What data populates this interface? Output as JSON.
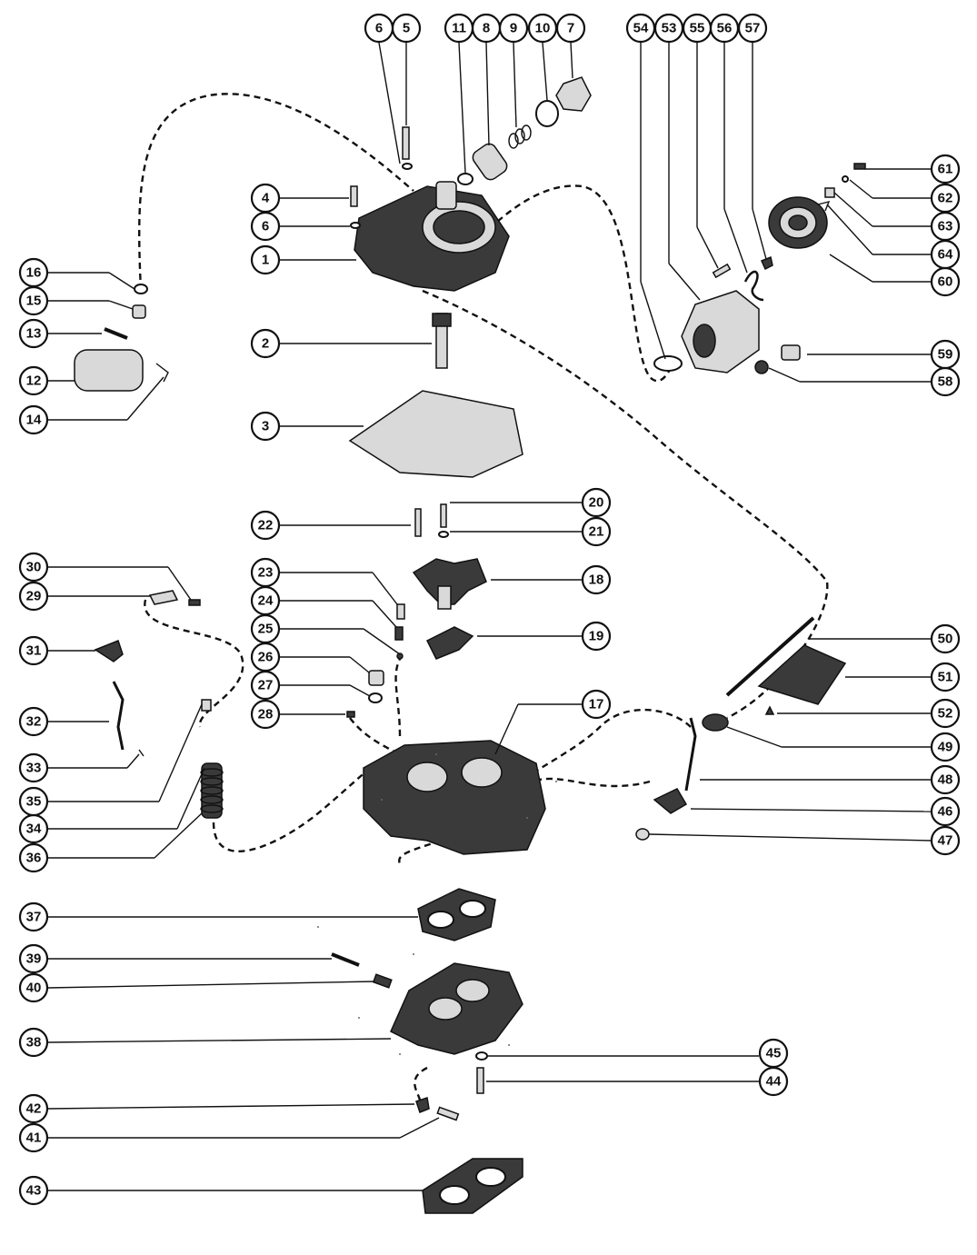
{
  "callouts": [
    "1",
    "2",
    "3",
    "4",
    "5",
    "6",
    "6",
    "7",
    "8",
    "9",
    "10",
    "11",
    "12",
    "13",
    "14",
    "15",
    "16",
    "17",
    "18",
    "19",
    "20",
    "21",
    "22",
    "23",
    "24",
    "25",
    "26",
    "27",
    "28",
    "29",
    "30",
    "31",
    "32",
    "33",
    "34",
    "35",
    "36",
    "37",
    "38",
    "39",
    "40",
    "41",
    "42",
    "43",
    "44",
    "45",
    "46",
    "47",
    "48",
    "49",
    "50",
    "51",
    "52",
    "53",
    "54",
    "55",
    "56",
    "57",
    "58",
    "59",
    "60",
    "61",
    "62",
    "63",
    "64"
  ]
}
